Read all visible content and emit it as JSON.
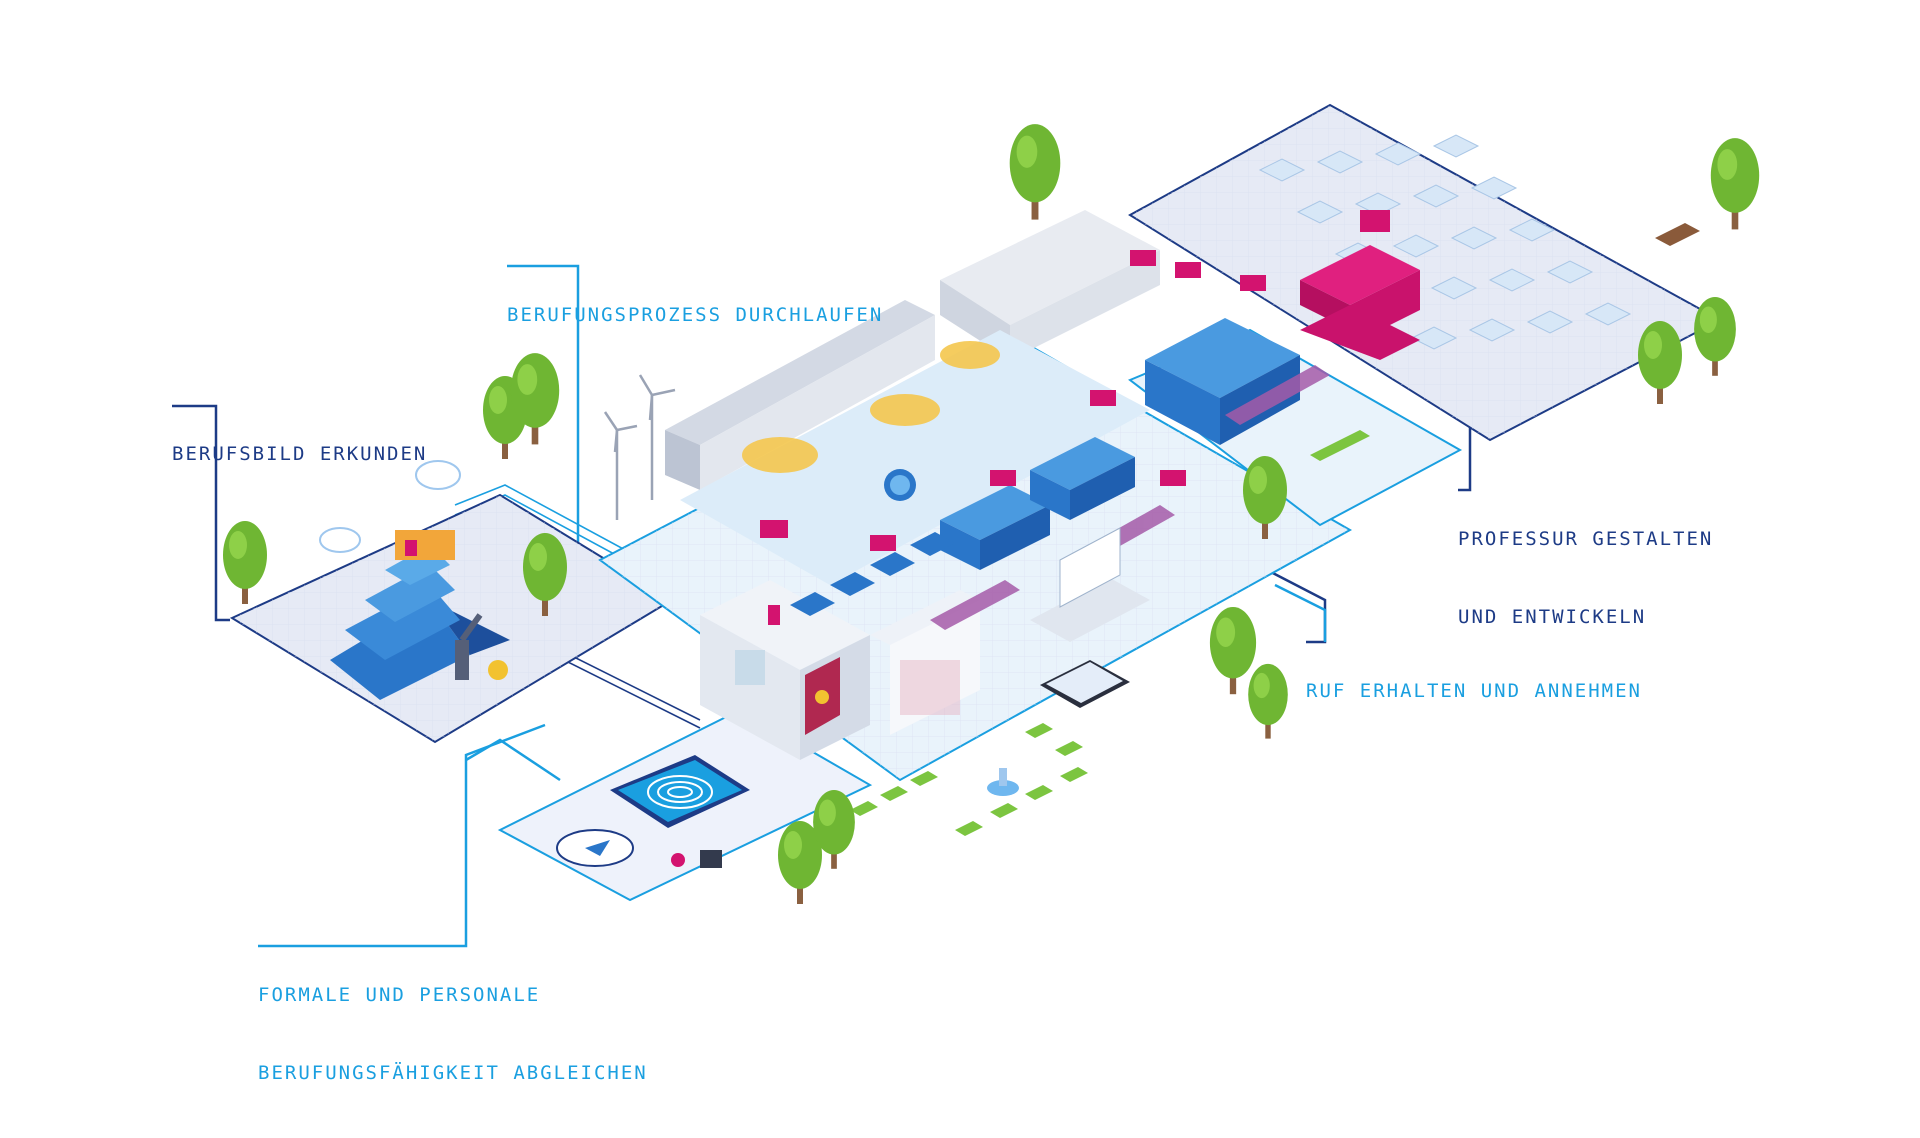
{
  "sections": {
    "berufsbild": {
      "label": "BERUFSBILD ERKUNDEN"
    },
    "prozess": {
      "label": "BERUFUNGSPROZESS DURCHLAUFEN"
    },
    "formale": {
      "line1": "FORMALE UND PERSONALE",
      "line2": "BERUFUNGSFÄHIGKEIT ABGLEICHEN"
    },
    "ruf": {
      "label": "RUF ERHALTEN UND ANNEHMEN"
    },
    "professur": {
      "line1": "PROFESSUR GESTALTEN",
      "line2": "UND ENTWICKELN"
    }
  },
  "colors": {
    "accent_light": "#1a9fe0",
    "accent_dark": "#1d3b86",
    "magenta": "#d3136f",
    "building_blue": "#2a76c9",
    "floor": "#e6eaf5",
    "grass": "#7cc540",
    "tree": "#6fb633"
  }
}
